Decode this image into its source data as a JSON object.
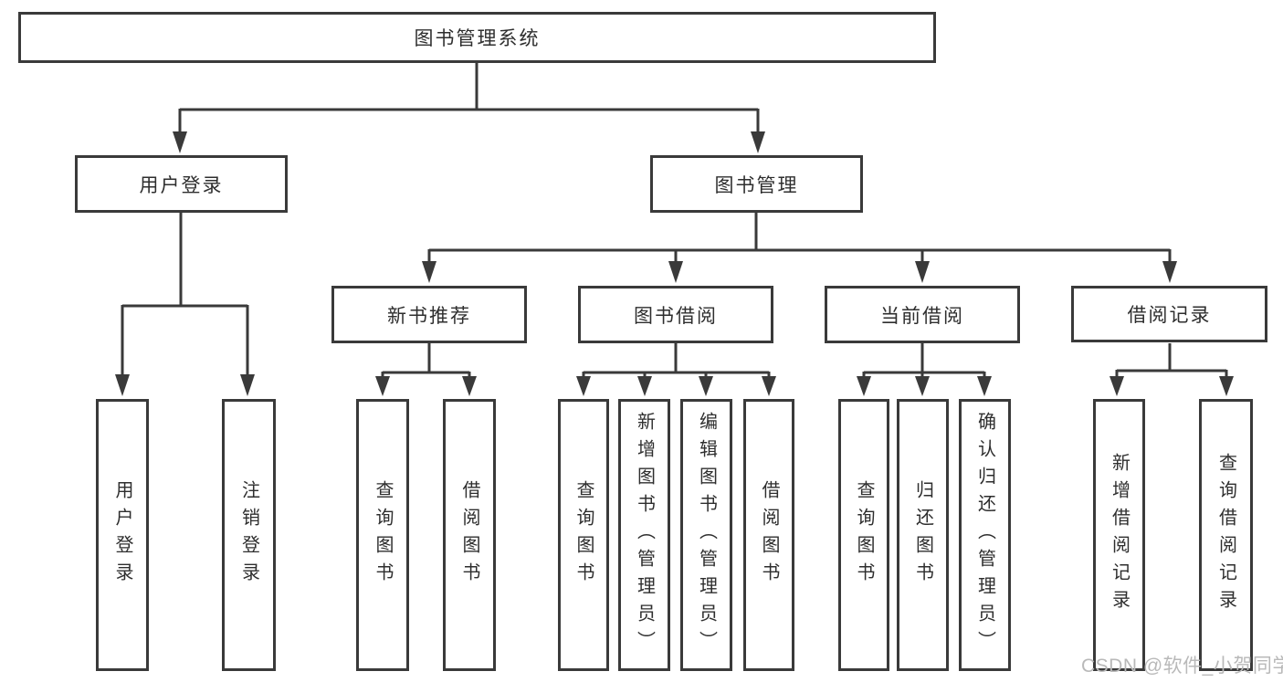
{
  "colors": {
    "line": "#3a3a3a",
    "box_border": "#3a3a3a",
    "text": "#2e2e2e",
    "background": "#ffffff",
    "watermark": "#b9b9b9"
  },
  "tree": {
    "label": "图书管理系统",
    "children": [
      {
        "label": "用户登录",
        "children": [
          {
            "label": "用户登录"
          },
          {
            "label": "注销登录"
          }
        ]
      },
      {
        "label": "图书管理",
        "children": [
          {
            "label": "新书推荐",
            "children": [
              {
                "label": "查询图书"
              },
              {
                "label": "借阅图书"
              }
            ]
          },
          {
            "label": "图书借阅",
            "children": [
              {
                "label": "查询图书"
              },
              {
                "label": "新增图书（管理员）"
              },
              {
                "label": "编辑图书（管理员）"
              },
              {
                "label": "借阅图书"
              }
            ]
          },
          {
            "label": "当前借阅",
            "children": [
              {
                "label": "查询图书"
              },
              {
                "label": "归还图书"
              },
              {
                "label": "确认归还（管理员）"
              }
            ]
          },
          {
            "label": "借阅记录",
            "children": [
              {
                "label": "新增借阅记录"
              },
              {
                "label": "查询借阅记录"
              }
            ]
          }
        ]
      }
    ]
  },
  "watermark": {
    "text": "CSDN @软件_小贺同学"
  }
}
